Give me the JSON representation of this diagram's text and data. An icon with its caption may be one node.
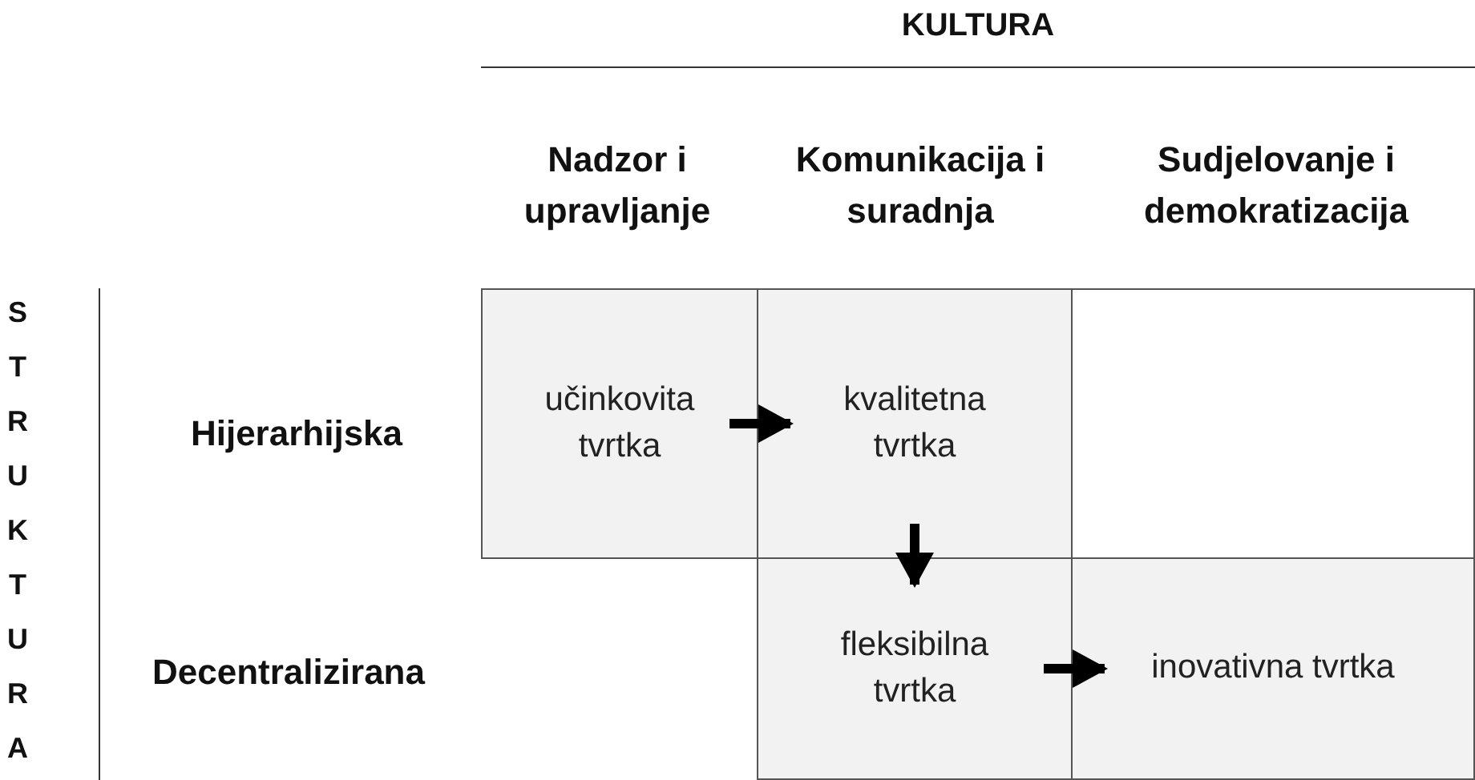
{
  "diagram": {
    "nodes": [
      {
        "text": [
          "učinkovita tvrtka"
        ]
      },
      {
        "text": [
          "kvalitetna tvrtka"
        ]
      },
      {
        "text": [],
        "shape": "box"
      },
      {
        "text": [
          "fleksibilna tvrtka"
        ]
      },
      {
        "text": [
          "inovativna tvrtka"
        ]
      }
    ],
    "edges": [
      {
        "from": 0,
        "to": 1,
        "arrow": "to"
      },
      {
        "from": 1,
        "to": 3,
        "arrow": "to"
      },
      {
        "from": 3,
        "to": 4,
        "arrow": "to"
      }
    ],
    "labels": [
      "KULTURA",
      "Nadzor i upravljanje",
      "Komunikacija i suradnja",
      "Sudjelovanje i demokratizacija",
      "STRUKTURA",
      "Hijerarhijska",
      "Decentralizirana"
    ]
  }
}
